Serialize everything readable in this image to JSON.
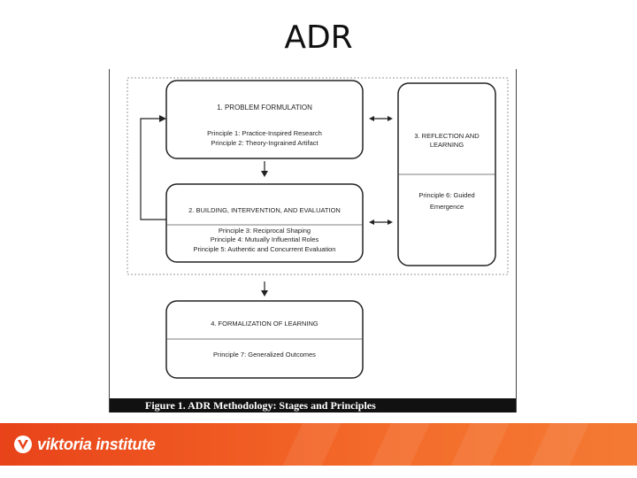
{
  "slide": {
    "title": "ADR"
  },
  "figure": {
    "caption": "Figure 1. ADR Methodology: Stages and Principles",
    "stages": {
      "problem": {
        "title": "1. PROBLEM FORMULATION",
        "principles": [
          "Principle 1: Practice-Inspired Research",
          "Principle 2: Theory-Ingrained Artifact"
        ]
      },
      "building": {
        "title": "2. BUILDING, INTERVENTION, AND EVALUATION",
        "principles": [
          "Principle 3: Reciprocal Shaping",
          "Principle 4: Mutually Influential Roles",
          "Principle 5: Authentic and Concurrent Evaluation"
        ]
      },
      "reflection": {
        "title": [
          "3. REFLECTION AND",
          "LEARNING"
        ],
        "principles": [
          "Principle 6: Guided",
          "Emergence"
        ]
      },
      "formalization": {
        "title": "4. FORMALIZATION OF LEARNING",
        "principles": [
          "Principle 7: Generalized Outcomes"
        ]
      }
    }
  },
  "footer": {
    "brand": "viktoria institute",
    "colors": {
      "bar": "#f05a22",
      "text": "#ffffff"
    }
  }
}
